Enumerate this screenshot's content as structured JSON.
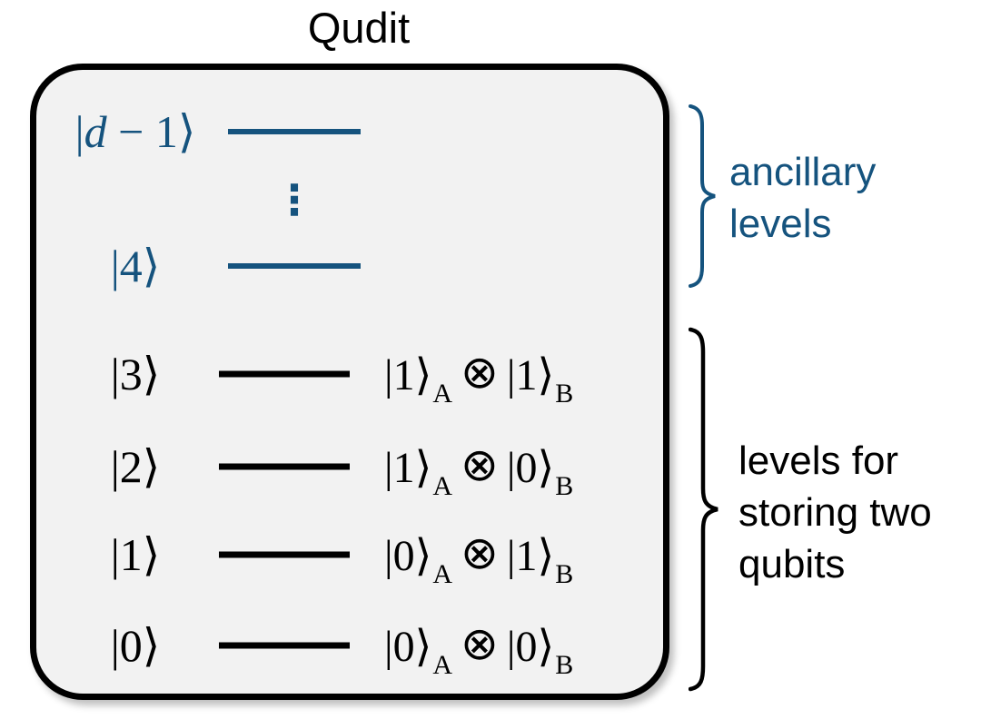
{
  "title": "Qudit",
  "colors": {
    "ancillary_blue": "#15537E",
    "storage_black": "#000000",
    "box_fill": "#F2F2F2",
    "box_border": "#000000",
    "page_background": "#FFFFFF"
  },
  "levels": {
    "d1": {
      "bar": "|",
      "var": "d",
      "rest": " − 1⟩"
    },
    "dots": "⋮",
    "l4": {
      "ket": "|4⟩"
    },
    "storage": [
      {
        "ket": "|3⟩",
        "a": "|1⟩",
        "a_sub": "A",
        "op": "⊗",
        "b": "|1⟩",
        "b_sub": "B"
      },
      {
        "ket": "|2⟩",
        "a": "|1⟩",
        "a_sub": "A",
        "op": "⊗",
        "b": "|0⟩",
        "b_sub": "B"
      },
      {
        "ket": "|1⟩",
        "a": "|0⟩",
        "a_sub": "A",
        "op": "⊗",
        "b": "|1⟩",
        "b_sub": "B"
      },
      {
        "ket": "|0⟩",
        "a": "|0⟩",
        "a_sub": "A",
        "op": "⊗",
        "b": "|0⟩",
        "b_sub": "B"
      }
    ]
  },
  "annotations": {
    "ancillary": "ancillary\nlevels",
    "storage": "levels for\nstoring two\nqubits"
  }
}
